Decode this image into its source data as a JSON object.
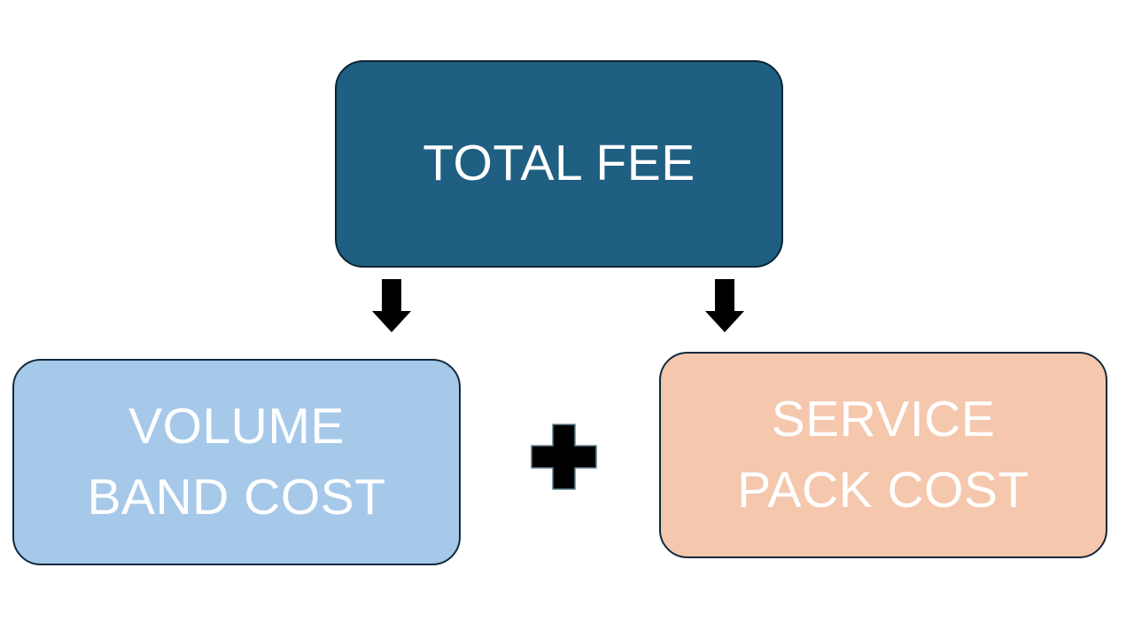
{
  "slide": {
    "background": "#FFFFFF",
    "nodes": {
      "total_fee": {
        "label": "TOTAL FEE",
        "fill": "#1E5F82",
        "border_color": "#0C2433",
        "text_color": "#FFFFFF"
      },
      "volume_band_cost": {
        "line1": "VOLUME",
        "line2": "BAND COST",
        "fill": "#A6C9EA",
        "border_color": "#13293D",
        "text_color": "#FFFFFF"
      },
      "service_pack_cost": {
        "line1": "SERVICE",
        "line2": "PACK COST",
        "fill": "#F5C7AD",
        "border_color": "#13293D",
        "text_color": "#FFFFFF"
      }
    },
    "connectors": {
      "left_arrow": "down-arrow",
      "right_arrow": "down-arrow",
      "operator": "plus",
      "arrow_color": "#000000",
      "plus_color": "#000000",
      "plus_outline": "#5F7D8C"
    }
  }
}
